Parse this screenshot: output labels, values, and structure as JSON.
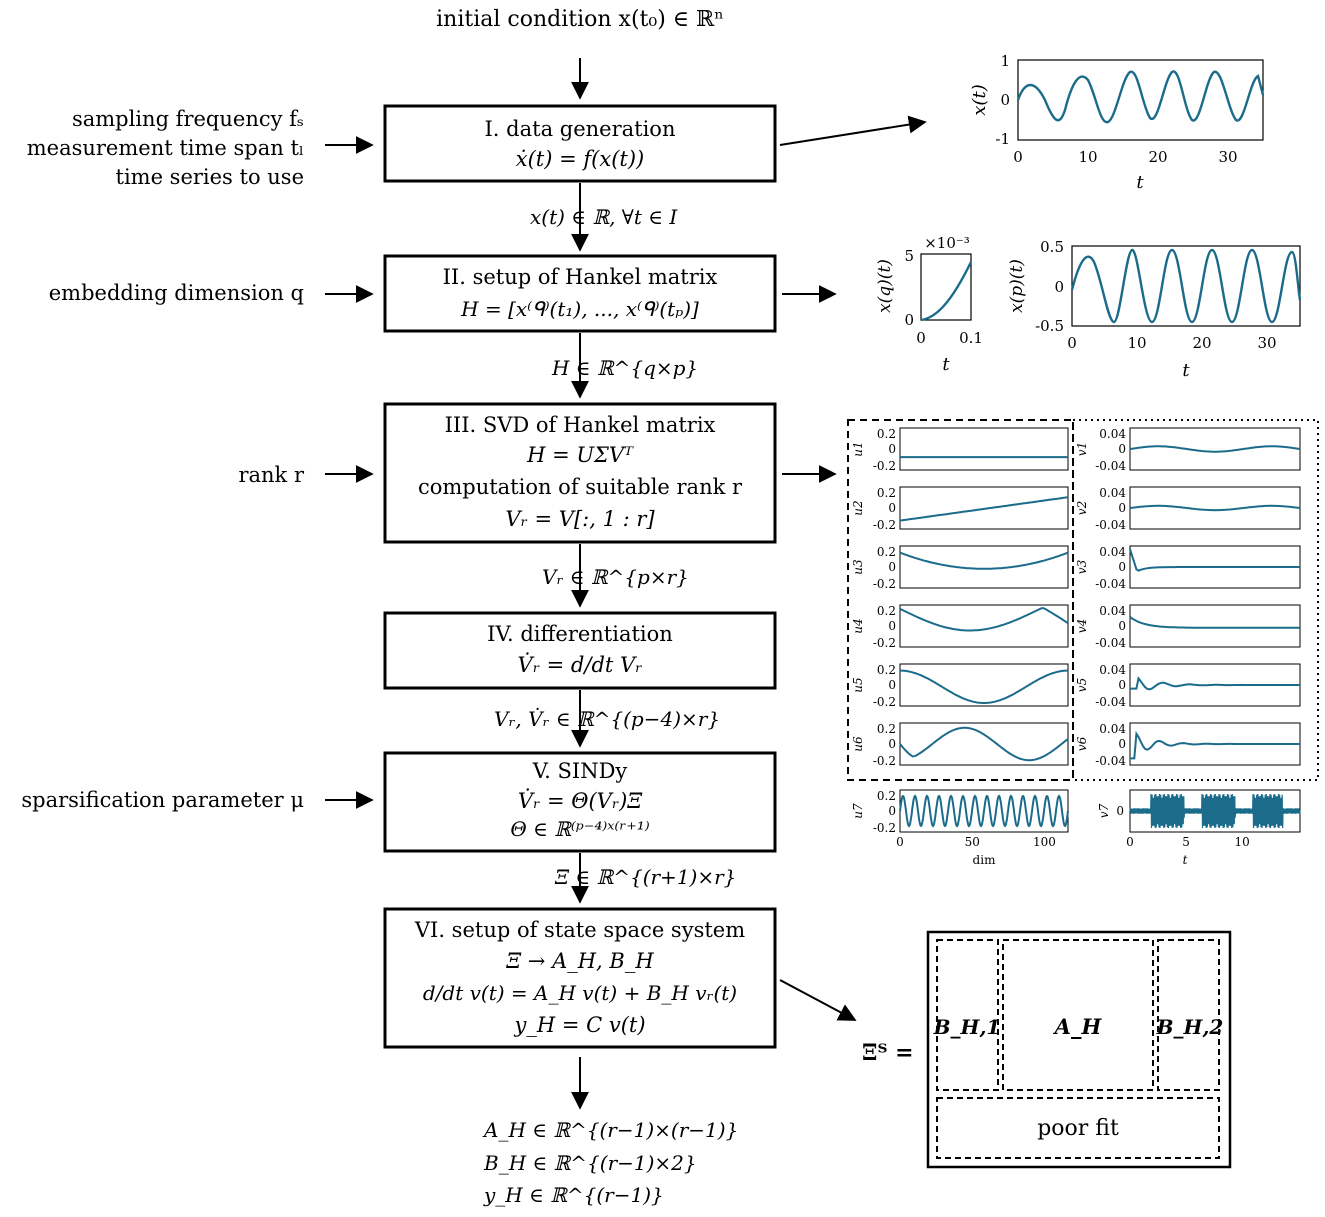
{
  "inputs": {
    "initial": "initial condition x(t₀) ∈ ℝⁿ",
    "sampling_1": "sampling frequency fₛ",
    "sampling_2": "measurement time span tₗ",
    "sampling_3": "time series to use",
    "embedding": "embedding dimension q",
    "rank": "rank r",
    "sparsification": "sparsification parameter μ"
  },
  "steps": [
    {
      "title": "I. data generation",
      "eq": [
        "ẋ(t)  =  f(x(t))"
      ]
    },
    {
      "title": "II. setup of Hankel matrix",
      "eq": [
        "H  = [x⁽ᑫ⁾(t₁), ..., x⁽ᑫ⁾(tₚ)]"
      ]
    },
    {
      "title": "III. SVD of Hankel matrix",
      "eq": [
        "H  =  UΣVᵀ",
        "computation of suitable rank r",
        "Vᵣ  =  V[:, 1 : r]"
      ]
    },
    {
      "title": "IV. differentiation",
      "eq": [
        "V̇ᵣ  =  d/dt Vᵣ"
      ]
    },
    {
      "title": "V. SINDy",
      "eq": [
        "V̇ᵣ  =  Θ(Vᵣ)Ξ",
        "Θ  ∈  ℝ⁽ᵖ⁻⁴⁾ˣ⁽ʳ⁺¹⁾"
      ]
    },
    {
      "title": "VI. setup of state space system",
      "eq": [
        "Ξ  →  A_H, B_H",
        "d/dt v(t) = A_H v(t) + B_H vᵣ(t)",
        "y_H  =  C v(t)"
      ]
    }
  ],
  "edges": [
    "x(t) ∈ ℝ, ∀t ∈ I",
    "H ∈ ℝ^{q×p}",
    "Vᵣ ∈ ℝ^{p×r}",
    "Vᵣ, V̇ᵣ ∈ ℝ^{(p−4)×r}",
    "Ξ ∈ ℝ^{(r+1)×r}"
  ],
  "outputs": [
    "A_H ∈ ℝ^{(r−1)×(r−1)}",
    "B_H ∈ ℝ^{(r−1)×2}",
    "y_H ∈ ℝ^{(r−1)}"
  ],
  "xi_matrix": {
    "lhs": "Ξᵀ =",
    "b1": "B_H,1",
    "a": "A_H",
    "b2": "B_H,2",
    "poor": "poor fit"
  },
  "plot1": {
    "ylabel": "x(t)",
    "xlabel": "t",
    "yticks": [
      "1",
      "0",
      "-1"
    ],
    "xticks": [
      "0",
      "10",
      "20",
      "30"
    ]
  },
  "plot2a": {
    "ylabel": "x(q)(t)",
    "xlabel": "t",
    "exponent": "×10⁻³",
    "yticks": [
      "5",
      "0"
    ],
    "xticks": [
      "0",
      "0.1"
    ]
  },
  "plot2b": {
    "ylabel": "x(p)(t)",
    "xlabel": "t",
    "yticks": [
      "0.5",
      "0",
      "-0.5"
    ],
    "xticks": [
      "0",
      "10",
      "20",
      "30"
    ]
  },
  "svd_plots": {
    "u_labels": [
      "u1",
      "u2",
      "u3",
      "u4",
      "u5",
      "u6",
      "u7"
    ],
    "v_labels": [
      "v1",
      "v2",
      "v3",
      "v4",
      "v5",
      "v6",
      "v7"
    ],
    "u_yticks": [
      "0.2",
      "0",
      "-0.2"
    ],
    "v_yticks": [
      "0.04",
      "0",
      "-0.04"
    ],
    "u_xticks": [
      "0",
      "50",
      "100"
    ],
    "v_xticks": [
      "0",
      "5",
      "10"
    ],
    "u_xlabel": "dim",
    "v_xlabel": "t"
  },
  "colors": {
    "curve": "#1b6b8a"
  }
}
